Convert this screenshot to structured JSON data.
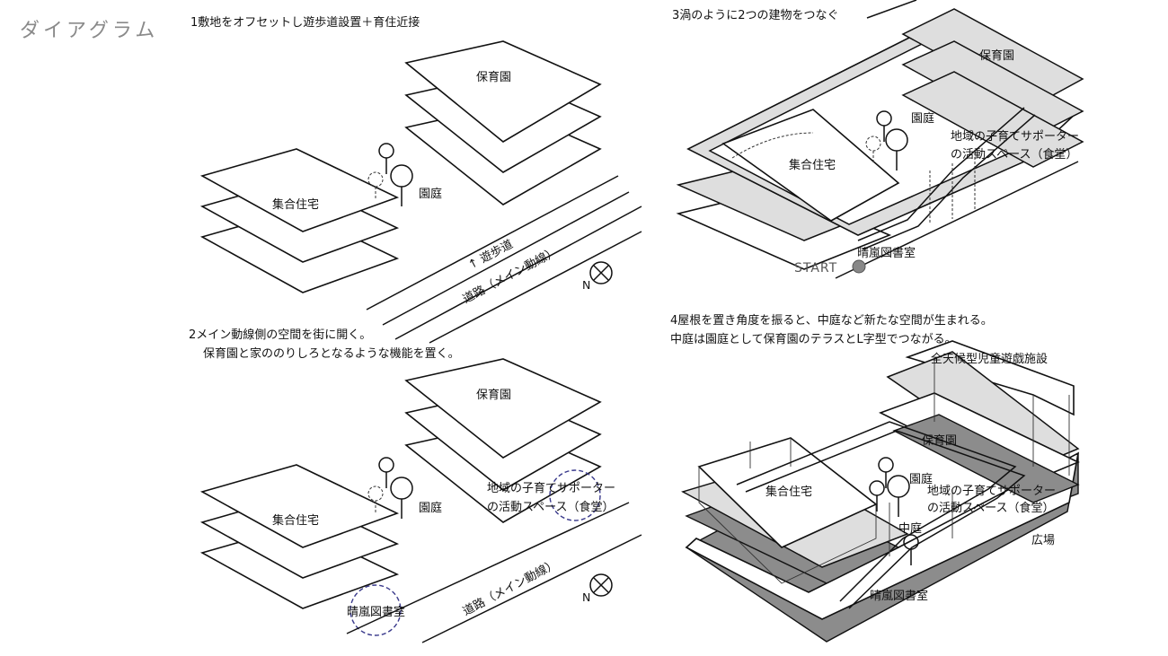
{
  "page": {
    "title": "ダイアグラム"
  },
  "step1": {
    "caption": "1敷地をオフセットし遊歩道設置＋育住近接",
    "nursery": "保育園",
    "housing": "集合住宅",
    "garden": "園庭",
    "promenade": "↑ 遊歩道",
    "road": "道路（メイン動線）"
  },
  "step2": {
    "caption_line1": "2メイン動線側の空間を街に開く。",
    "caption_line2": "保育園と家ののりしろとなるような機能を置く。",
    "nursery": "保育園",
    "housing": "集合住宅",
    "garden": "園庭",
    "support_line1": "地域の子育てサポーター",
    "support_line2": "の活動スペース（食堂）",
    "library": "晴嵐図書室",
    "road": "道路（メイン動線）"
  },
  "step3": {
    "caption": "3渦のように2つの建物をつなぐ",
    "nursery": "保育園",
    "housing": "集合住宅",
    "garden": "園庭",
    "support_line1": "地域の子育てサポーター",
    "support_line2": "の活動スペース（食堂）",
    "library": "晴嵐図書室",
    "start": "START"
  },
  "step4": {
    "caption_line1": "4屋根を置き角度を振ると、中庭など新たな空間が生まれる。",
    "caption_line2": "中庭は園庭として保育園のテラスとL字型でつながる。",
    "play_facility": "全天候型児童遊戯施設",
    "nursery": "保育園",
    "housing": "集合住宅",
    "garden": "園庭",
    "support_line1": "地域の子育てサポーター",
    "support_line2": "の活動スペース（食堂）",
    "courtyard": "中庭",
    "plaza": "広場",
    "library": "晴嵐図書室"
  },
  "compass": {
    "label": "N"
  }
}
